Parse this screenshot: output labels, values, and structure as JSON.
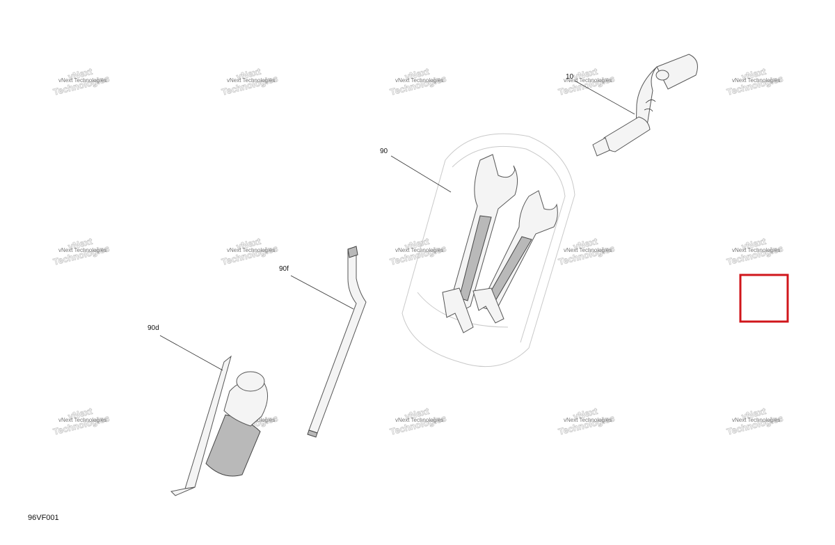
{
  "diagram": {
    "drawing_code": "96VF001",
    "watermark_lines": [
      "vNext",
      "Technologies"
    ],
    "watermark_small": "vNext Technologies",
    "callouts": [
      {
        "id": "10",
        "label": "10"
      },
      {
        "id": "90",
        "label": "90"
      },
      {
        "id": "90f",
        "label": "90f"
      },
      {
        "id": "90d",
        "label": "90d"
      }
    ],
    "highlight_color": "#d0161b"
  }
}
